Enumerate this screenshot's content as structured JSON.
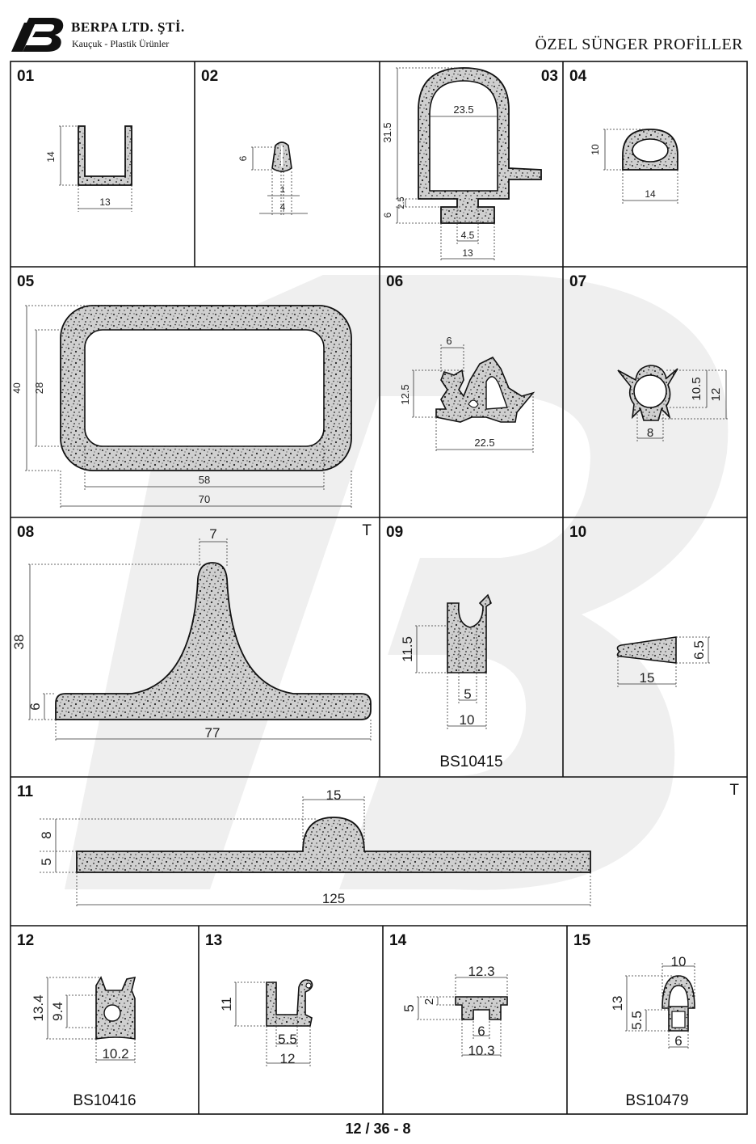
{
  "header": {
    "company": "BERPA LTD. ŞTİ.",
    "tagline": "Kauçuk - Plastik Ürünler",
    "page_title": "ÖZEL SÜNGER PROFİLLER"
  },
  "colors": {
    "ink": "#111111",
    "watermark": "#efefef",
    "sponge_fill": "#bdbdbd"
  },
  "profiles": [
    {
      "number": "01",
      "dims": [
        "14",
        "13"
      ]
    },
    {
      "number": "02",
      "dims": [
        "6",
        "1",
        "4"
      ]
    },
    {
      "number": "03",
      "dims": [
        "23.5",
        "31.5",
        "2.5",
        "6",
        "4.5",
        "13"
      ]
    },
    {
      "number": "04",
      "dims": [
        "10",
        "14"
      ]
    },
    {
      "number": "05",
      "dims": [
        "40",
        "28",
        "58",
        "70"
      ]
    },
    {
      "number": "06",
      "dims": [
        "6",
        "12.5",
        "22.5"
      ]
    },
    {
      "number": "07",
      "dims": [
        "10.5",
        "12",
        "8"
      ]
    },
    {
      "number": "08",
      "mark": "T",
      "dims": [
        "7",
        "38",
        "6",
        "77"
      ]
    },
    {
      "number": "09",
      "code": "BS10415",
      "dims": [
        "11.5",
        "5",
        "10"
      ]
    },
    {
      "number": "10",
      "dims": [
        "6.5",
        "15"
      ]
    },
    {
      "number": "11",
      "mark": "T",
      "dims": [
        "15",
        "8",
        "5",
        "125"
      ]
    },
    {
      "number": "12",
      "code": "BS10416",
      "dims": [
        "13.4",
        "9.4",
        "10.2"
      ]
    },
    {
      "number": "13",
      "dims": [
        "11",
        "5.5",
        "12"
      ]
    },
    {
      "number": "14",
      "dims": [
        "12.3",
        "2",
        "5",
        "6",
        "10.3"
      ]
    },
    {
      "number": "15",
      "code": "BS10479",
      "dims": [
        "10",
        "13",
        "5.5",
        "6"
      ]
    }
  ],
  "footer": {
    "page": "12 / 36 - 8"
  }
}
